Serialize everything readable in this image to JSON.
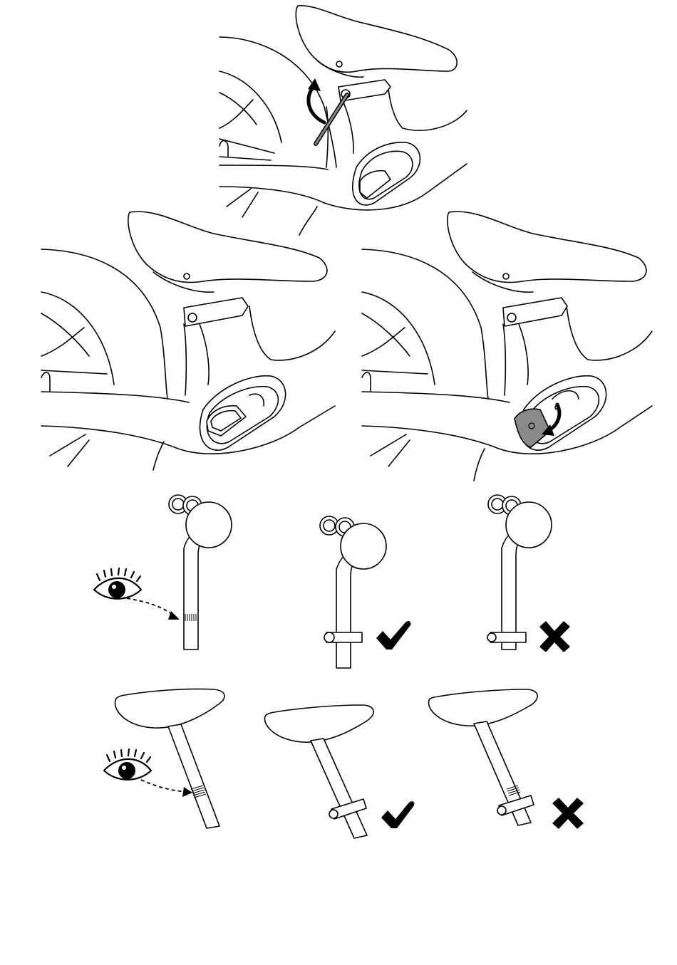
{
  "page": {
    "background": "#ffffff",
    "ink": "#000000",
    "accent_gray": "#8a8a8a"
  },
  "steps": [
    {
      "id": "loosen-clamp",
      "icons": [
        "seat-icon",
        "clamp-bolt-icon",
        "allen-key-icon",
        "rotate-arrow-icon",
        "battery-cover-icon"
      ]
    },
    {
      "id": "clamp-closed",
      "icons": [
        "seat-icon",
        "clamp-icon",
        "battery-cover-icon"
      ]
    },
    {
      "id": "open-battery-cover",
      "icons": [
        "seat-icon",
        "clamp-icon",
        "battery-door-icon",
        "open-arrow-icon"
      ]
    }
  ],
  "insertion_checks": [
    {
      "id": "check-marking",
      "icons": [
        "eye-icon",
        "dashed-arrow-icon",
        "min-insert-mark-icon"
      ]
    },
    {
      "id": "correct",
      "icons": [
        "checkmark-icon"
      ],
      "result": "correct"
    },
    {
      "id": "incorrect",
      "icons": [
        "cross-icon"
      ],
      "result": "incorrect"
    }
  ]
}
